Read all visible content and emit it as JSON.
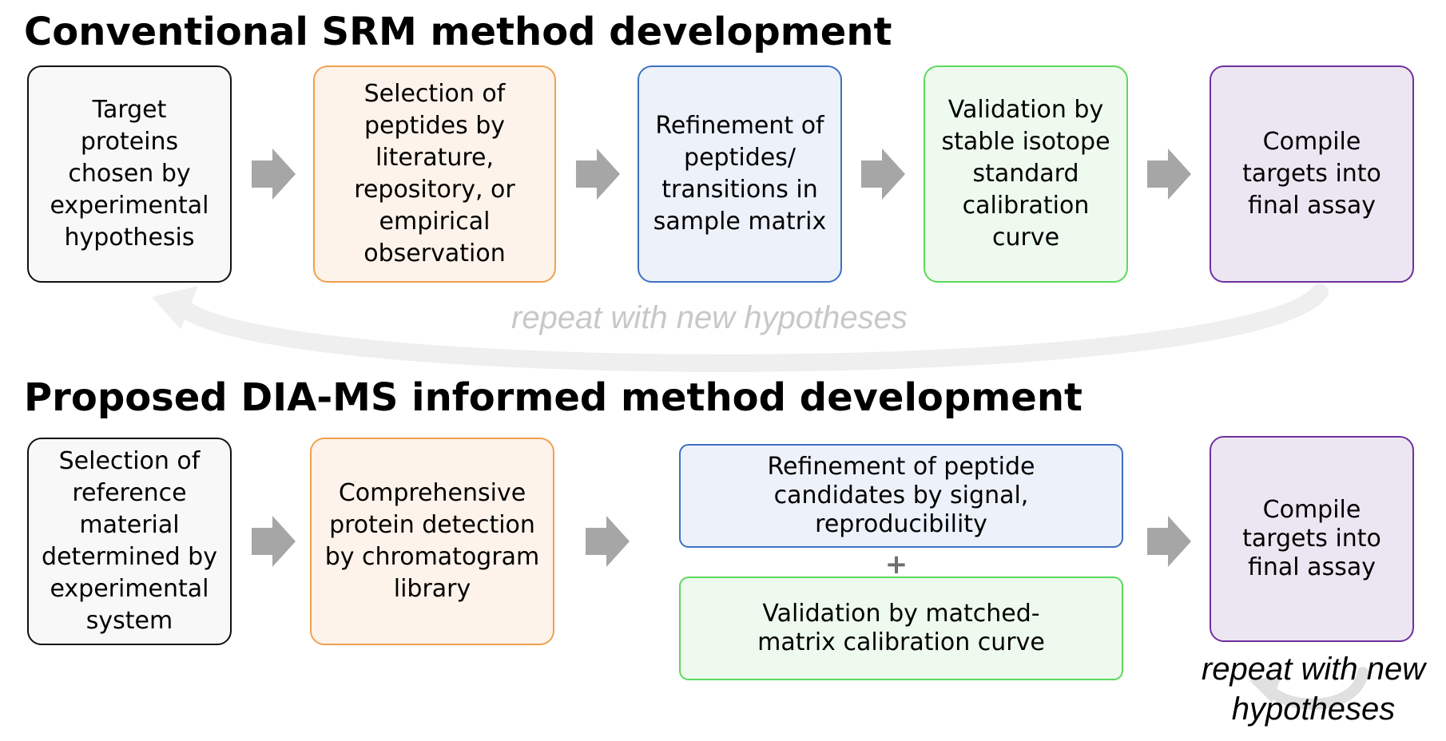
{
  "sections": {
    "conventional": {
      "title": "Conventional SRM method development",
      "steps": [
        "Target proteins chosen by experimental hypothesis",
        "Selection of peptides by literature, repository, or empirical observation",
        "Refinement of peptides/ transitions in sample matrix",
        "Validation by stable isotope standard calibration curve",
        "Compile targets into final assay"
      ],
      "loop_label": "repeat with new hypotheses"
    },
    "proposed": {
      "title": "Proposed DIA-MS informed method development",
      "steps": [
        "Selection of reference material determined by experimental system",
        "Comprehensive protein detection by chromatogram library",
        "Refinement of peptide candidates by signal, reproducibility",
        "Validation by matched-matrix calibration curve",
        "Compile targets into final assay"
      ],
      "plus": "+",
      "loop_label_line1": "repeat with new",
      "loop_label_line2": "hypotheses"
    }
  },
  "colors": {
    "gray": "#f8f8f8",
    "orange": "#f0a050",
    "blue": "#3e70c0",
    "green": "#5cd95c",
    "purple": "#7030a0",
    "arrow": "#a6a6a6",
    "loop_arrow": "#efefef"
  }
}
